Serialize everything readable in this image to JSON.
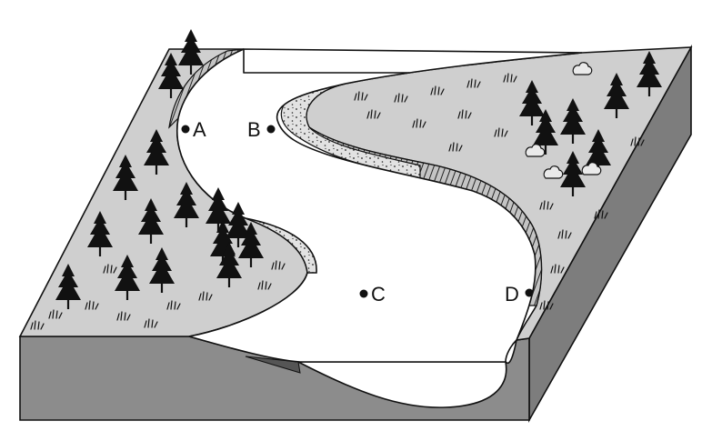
{
  "figure": {
    "points": [
      {
        "id": "A",
        "label": "A"
      },
      {
        "id": "B",
        "label": "B"
      },
      {
        "id": "C",
        "label": "C"
      },
      {
        "id": "D",
        "label": "D"
      }
    ]
  },
  "colors": {
    "land": "#cfcfcf",
    "bank_face": "#b5b5b5",
    "front_face": "#8c8c8c",
    "side_face": "#7d7d7d",
    "water": "#ffffff",
    "ink": "#111111"
  },
  "icons": [
    "pine-tree-icon",
    "grass-tuft-icon",
    "shrub-icon"
  ]
}
